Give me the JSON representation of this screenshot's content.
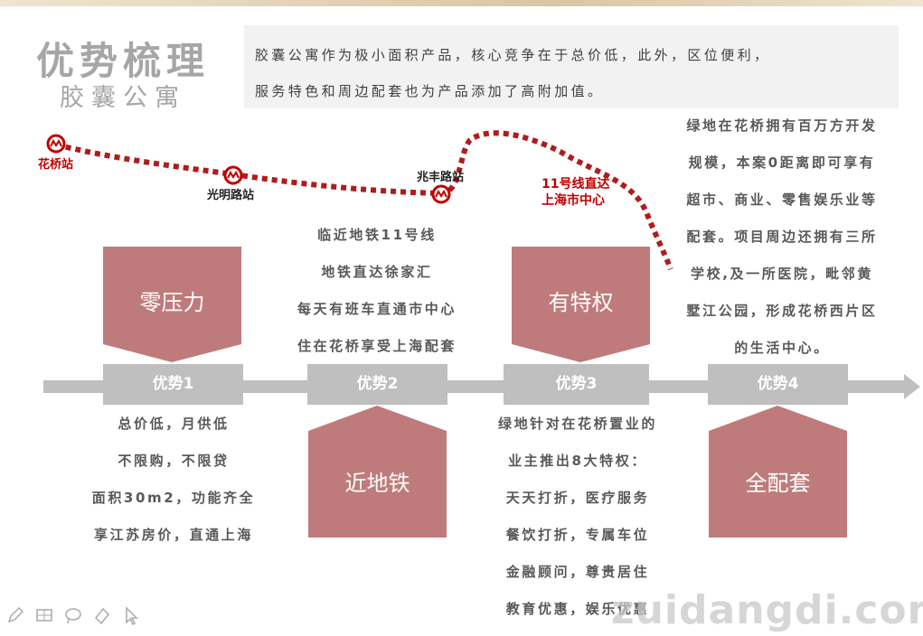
{
  "header": {
    "title": "优势梳理",
    "subtitle": "胶囊公寓",
    "intro_lines": [
      "胶囊公寓作为极小面积产品，核心竞争在于总价低，此外，区位便利，",
      "服务特色和周边配套也为产品添加了高附加值。"
    ]
  },
  "route": {
    "stations": [
      "花桥站",
      "光明路站",
      "兆丰路站"
    ],
    "note_line1": "11号线直达",
    "note_line2": "上海市中心",
    "colors": {
      "route": "#b01c1c",
      "label_red": "#c00000"
    }
  },
  "advantages": [
    {
      "tag": "优势1",
      "headline": "零压力",
      "details": [
        "总价低，月供低",
        "不限购，不限贷",
        "面积30m2，功能齐全",
        "享江苏房价，直通上海"
      ]
    },
    {
      "tag": "优势2",
      "headline": "近地铁",
      "details": [
        "临近地铁11号线",
        "地铁直达徐家汇",
        "每天有班车直通市中心",
        "住在花桥享受上海配套"
      ]
    },
    {
      "tag": "优势3",
      "headline": "有特权",
      "details": [
        "绿地针对在花桥置业的",
        "业主推出8大特权：",
        "天天打折，医疗服务",
        "餐饮打折，专属车位",
        "金融顾问，尊贵居住",
        "教育优惠，娱乐优惠"
      ]
    },
    {
      "tag": "优势4",
      "headline": "全配套",
      "details": [
        "绿地在花桥拥有百万方开发",
        "规模，本案0距离即可享有",
        "超市、商业、零售娱乐业等",
        "配套。项目周边还拥有三所",
        "学校,及一所医院，毗邻黄",
        "墅江公园，形成花桥西片区",
        "的生活中心。"
      ]
    }
  ],
  "colors": {
    "accent": "#bf7b7b",
    "axis": "#bfbfbf",
    "title_gray": "#a6a6a6"
  },
  "toolbar": {
    "icons": [
      "pen-icon",
      "grid-icon",
      "lasso-icon",
      "eraser-icon",
      "pointer-icon"
    ]
  },
  "watermark": "zuidangdi.com"
}
